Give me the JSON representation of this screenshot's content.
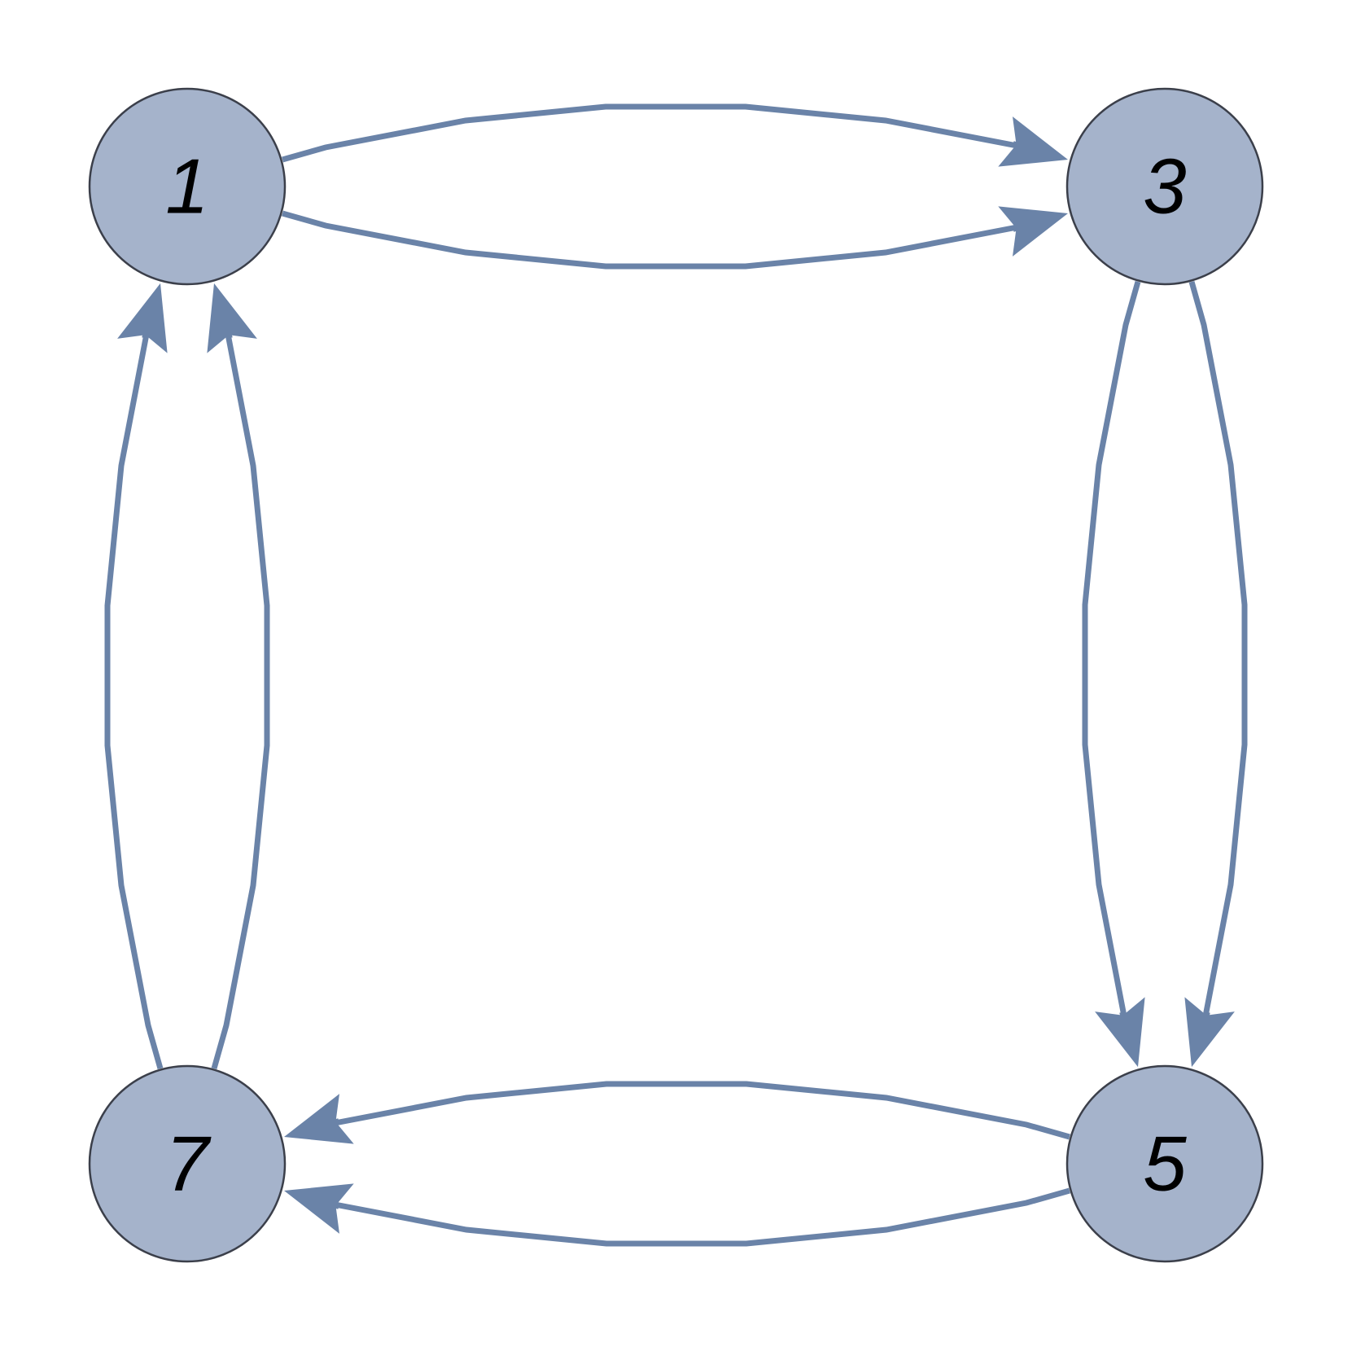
{
  "graph": {
    "directed": true,
    "nodes": [
      {
        "id": "1",
        "label": "1"
      },
      {
        "id": "3",
        "label": "3"
      },
      {
        "id": "5",
        "label": "5"
      },
      {
        "id": "7",
        "label": "7"
      }
    ],
    "edges": [
      {
        "from": "1",
        "to": "3"
      },
      {
        "from": "1",
        "to": "3"
      },
      {
        "from": "3",
        "to": "5"
      },
      {
        "from": "3",
        "to": "5"
      },
      {
        "from": "5",
        "to": "7"
      },
      {
        "from": "5",
        "to": "7"
      },
      {
        "from": "7",
        "to": "1"
      },
      {
        "from": "7",
        "to": "1"
      }
    ]
  },
  "colors": {
    "node_fill": "#a5b3cb",
    "node_stroke": "#3b3f4a",
    "edge": "#6a83a8",
    "label": "#000000",
    "background": "#ffffff"
  }
}
